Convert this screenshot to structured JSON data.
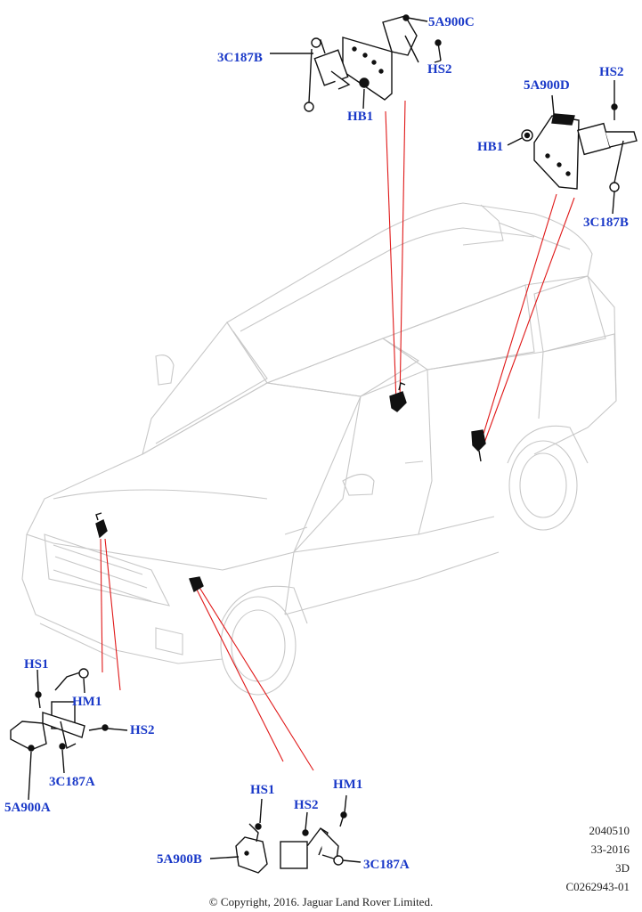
{
  "diagram": {
    "callouts": {
      "c3c187b_top": "3C187B",
      "c5a900c": "5A900C",
      "hs2_top": "HS2",
      "hb1_top": "HB1",
      "hs2_right": "HS2",
      "c5a900d": "5A900D",
      "hb1_right": "HB1",
      "c3c187b_right": "3C187B",
      "hs1_left": "HS1",
      "hm1_left": "HM1",
      "hs2_left": "HS2",
      "c3c187a_left": "3C187A",
      "c5a900a": "5A900A",
      "hs1_bottom": "HS1",
      "hm1_bottom": "HM1",
      "hs2_bottom": "HS2",
      "c5a900b": "5A900B",
      "c3c187a_bottom": "3C187A"
    },
    "reference": [
      "2040510",
      "33-2016",
      "3D",
      "C0262943-01"
    ],
    "copyright": "© Copyright, 2016. Jaguar Land Rover Limited.",
    "colors": {
      "callout": "#1a39c8",
      "connector": "#e01818",
      "vehicle_outline": "#c8c8c8"
    }
  }
}
